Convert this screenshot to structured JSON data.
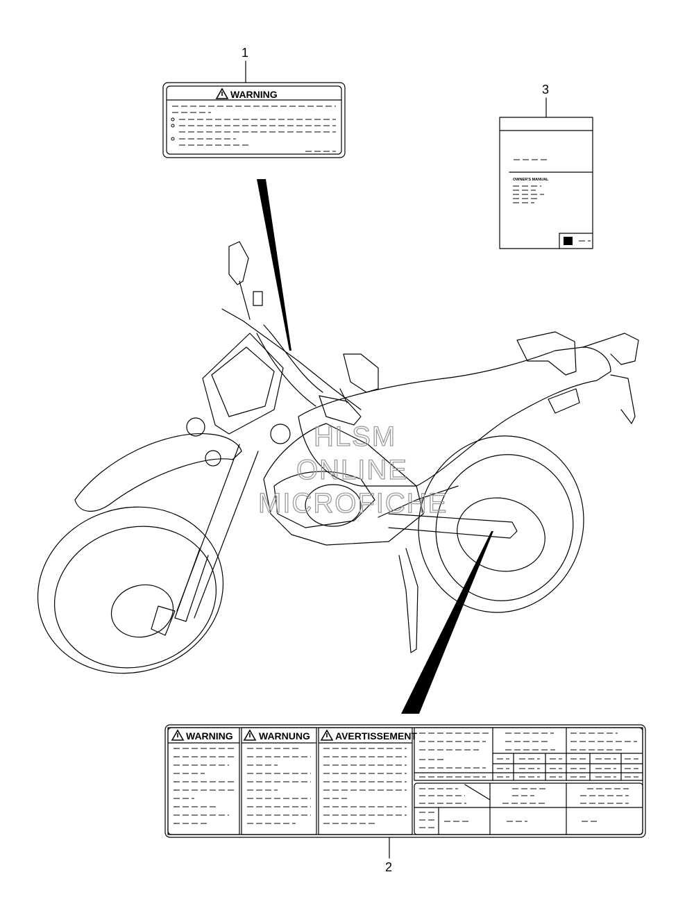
{
  "callouts": {
    "c1": "1",
    "c2": "2",
    "c3": "3"
  },
  "label1": {
    "heading": "WARNING"
  },
  "label2": {
    "col1_heading": "WARNING",
    "col2_heading": "WARNUNG",
    "col3_heading": "AVERTISSEMENT"
  },
  "manual": {
    "title": "OWNER'S MANUAL"
  },
  "watermark": {
    "line1": "HLSM",
    "line2": "ONLINE",
    "line3": "MICROFICHE"
  },
  "colors": {
    "line": "#000000",
    "watermark": "#9a9a9a",
    "background": "#ffffff"
  },
  "icons": [
    "warning-triangle-icon",
    "suzuki-logo-icon"
  ]
}
